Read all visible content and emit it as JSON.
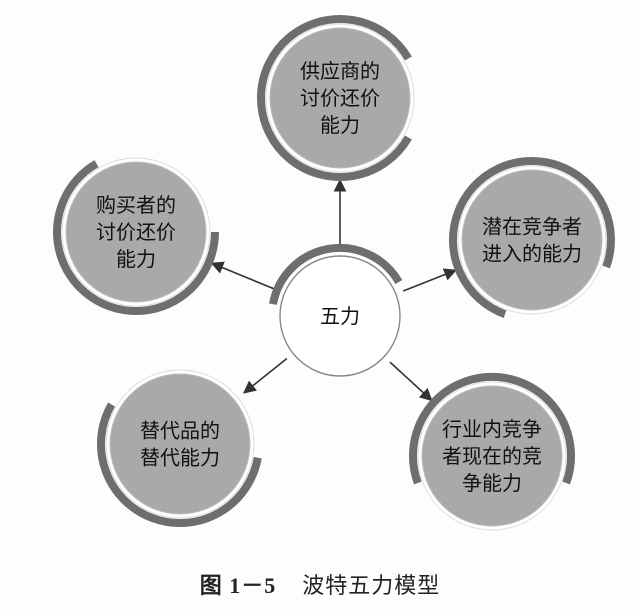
{
  "center": {
    "lines": [
      "五力"
    ]
  },
  "forces": [
    {
      "id": "supplier",
      "lines": [
        "供应商的",
        "讨价还价",
        "能力"
      ]
    },
    {
      "id": "entrant",
      "lines": [
        "潜在竞争者",
        "进入的能力"
      ]
    },
    {
      "id": "rivalry",
      "lines": [
        "行业内竞争",
        "者现在的竞",
        "争能力"
      ]
    },
    {
      "id": "substitute",
      "lines": [
        "替代品的",
        "替代能力"
      ]
    },
    {
      "id": "buyer",
      "lines": [
        "购买者的",
        "讨价还价",
        "能力"
      ]
    }
  ],
  "caption": {
    "number": "图 1－5",
    "title": "波特五力模型"
  },
  "colors": {
    "node_fill": "#a9a9a9",
    "ring": "#6e6e6e",
    "center_fill": "#ffffff",
    "arrow": "#333333"
  }
}
